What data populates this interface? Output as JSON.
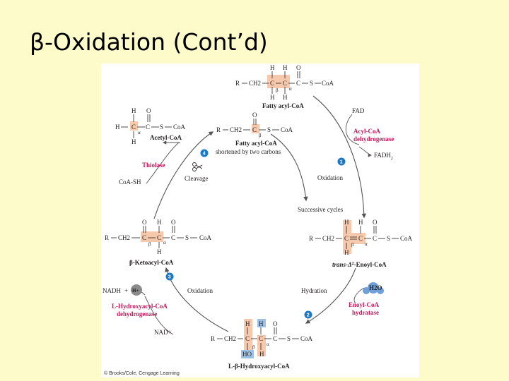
{
  "slide": {
    "title": "β-Oxidation (Cont’d)"
  },
  "figure": {
    "molecules": {
      "fatty_acyl_coa_top": "Fatty acyl-CoA",
      "fatty_acyl_coa_short": "Fatty acyl-CoA",
      "shortened": "shortened by two carbons",
      "acetyl_coa": "Acetyl-CoA",
      "ketoacyl": "β-Ketoacyl-CoA",
      "enoyl_prefix": "trans-Δ",
      "enoyl_sup": "2",
      "enoyl_suffix": "-Enoyl-CoA",
      "hydroxyacyl": "L-β-Hydroxyacyl-CoA"
    },
    "enzymes": {
      "acyl_dh_1": "Acyl-CoA",
      "acyl_dh_2": "dehydrogenase",
      "hydratase_1": "Enoyl-CoA",
      "hydratase_2": "hydratase",
      "hydroxy_dh_1": "L-Hydroxyacyl-CoA",
      "hydroxy_dh_2": "dehydrogenase",
      "thiolase": "Thiolase"
    },
    "steps": {
      "oxidation_1": "Oxidation",
      "hydration": "Hydration",
      "oxidation_2": "Oxidation",
      "cleavage": "Cleavage",
      "successive": "Successive cycles"
    },
    "cofactors": {
      "fad": "FAD",
      "fadh2_base": "FADH",
      "fadh2_sub": "2",
      "h2o": "H2O",
      "nadh": "NADH",
      "plus": "+",
      "h_plus": "H+",
      "nad_plus": "NAD+",
      "coash": "CoA-SH"
    },
    "step_numbers": [
      "1",
      "2",
      "3",
      "4"
    ],
    "atoms": {
      "R": "R",
      "CH2": "CH2",
      "C": "C",
      "S": "S",
      "CoA": "CoA",
      "H": "H",
      "O": "O",
      "HO": "HO",
      "alpha": "α",
      "beta": "β",
      "dash": "—"
    },
    "credit": "© Brooks/Cole, Cengage Learning"
  }
}
